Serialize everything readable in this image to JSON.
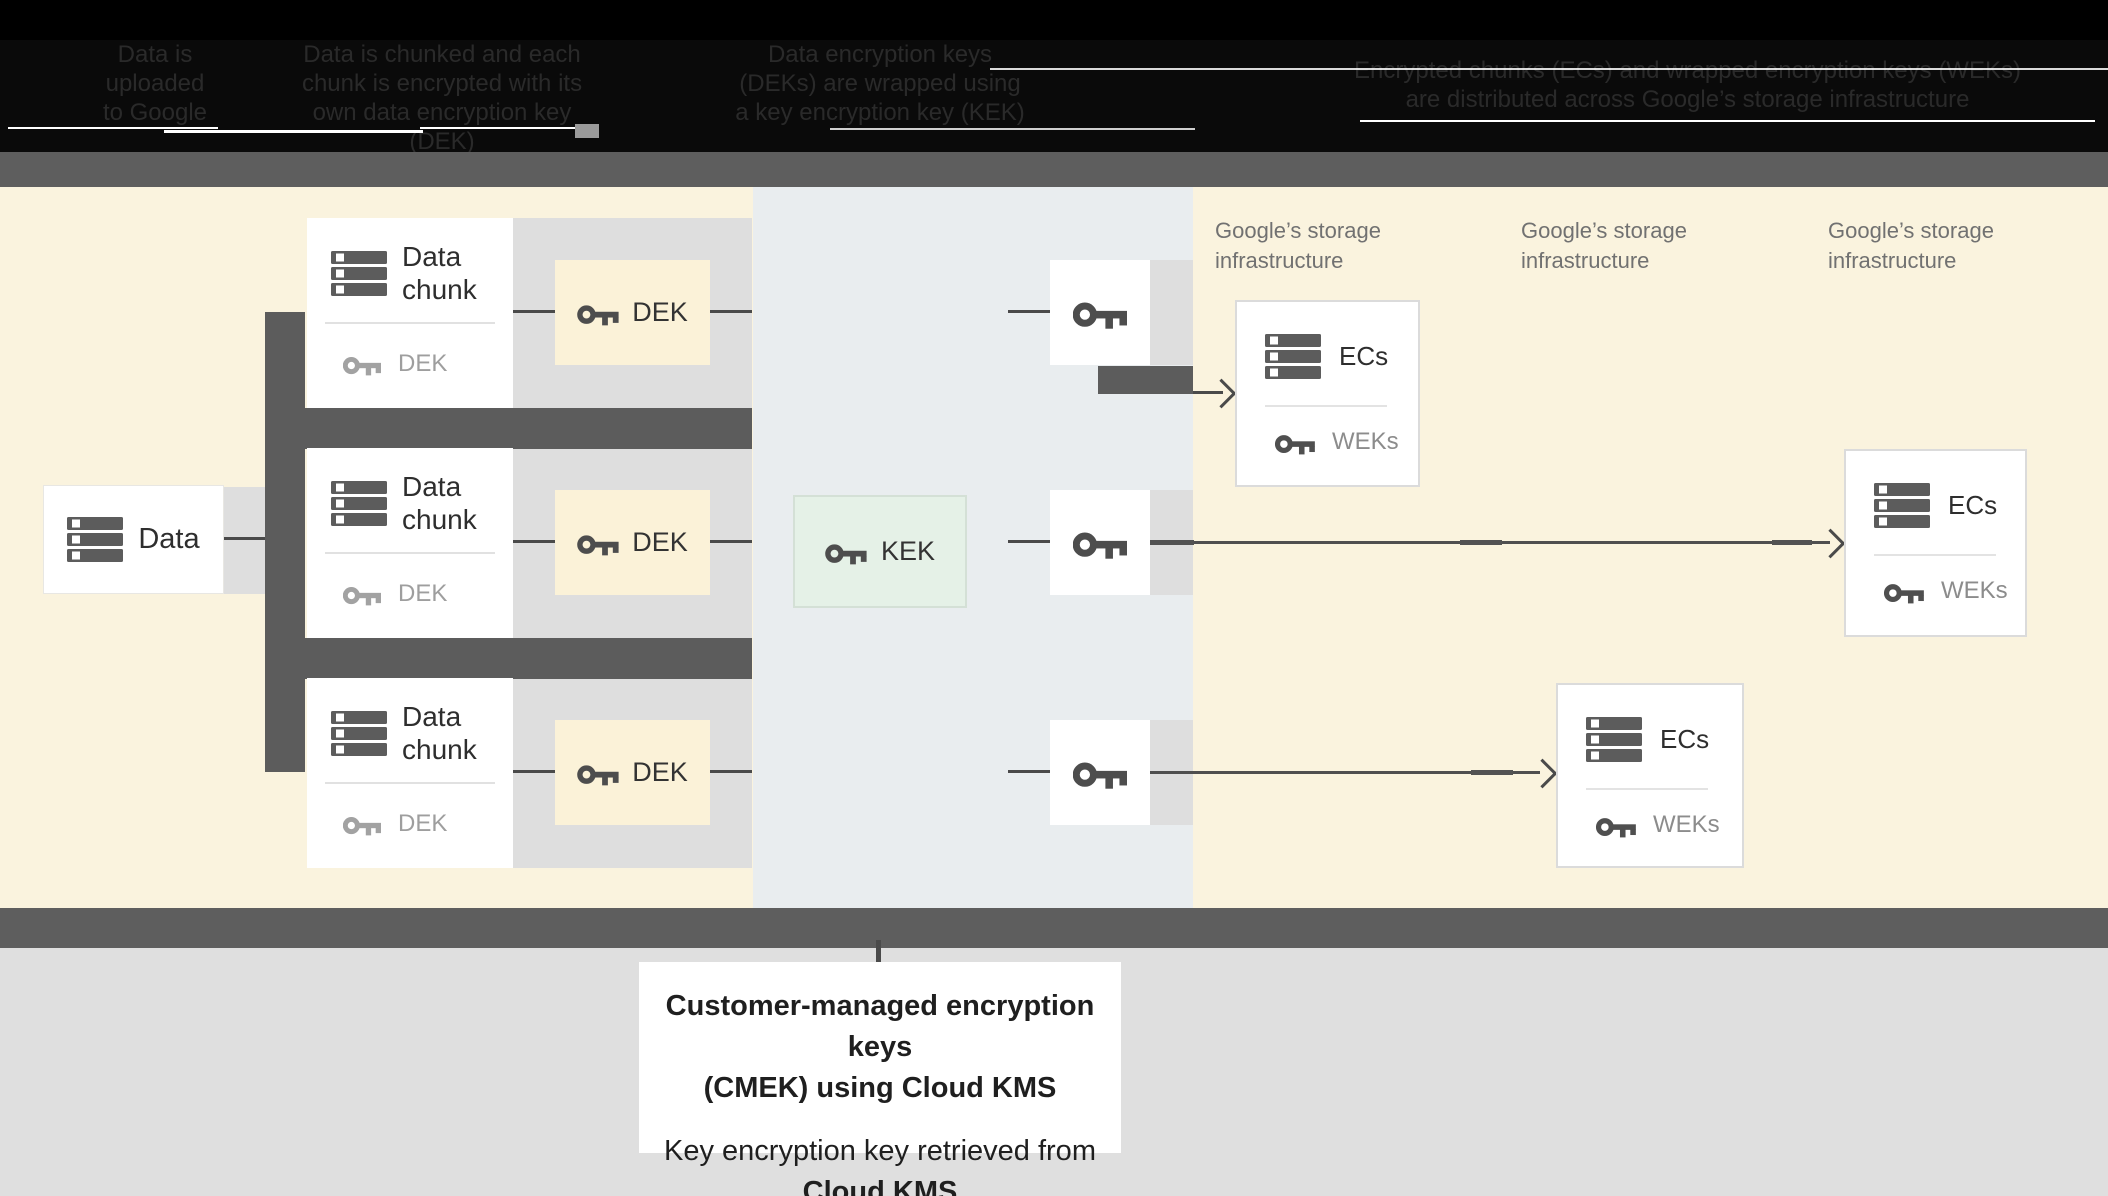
{
  "header": {
    "captions": [
      {
        "lines": [
          "Data is",
          "uploaded",
          "to Google"
        ]
      },
      {
        "lines": [
          "Data is chunked and each",
          "chunk is encrypted with its",
          "own data encryption key (DEK)"
        ]
      },
      {
        "lines": [
          "Data encryption keys",
          "(DEKs) are wrapped using",
          "a key encryption key (KEK)"
        ]
      },
      {
        "lines": [
          "Encrypted chunks (ECs) and wrapped encryption keys (WEKs)",
          "are distributed across Google’s storage infrastructure"
        ]
      }
    ]
  },
  "diagram": {
    "data_box": {
      "label": "Data"
    },
    "chunk_cards": [
      {
        "title_l1": "Data",
        "title_l2": "chunk",
        "key_label": "DEK"
      },
      {
        "title_l1": "Data",
        "title_l2": "chunk",
        "key_label": "DEK"
      },
      {
        "title_l1": "Data",
        "title_l2": "chunk",
        "key_label": "DEK"
      }
    ],
    "dek_boxes": [
      {
        "label": "DEK"
      },
      {
        "label": "DEK"
      },
      {
        "label": "DEK"
      }
    ],
    "kek_box": {
      "label": "KEK"
    },
    "storage_labels": [
      {
        "l1": "Google’s storage",
        "l2": "infrastructure"
      },
      {
        "l1": "Google’s storage",
        "l2": "infrastructure"
      },
      {
        "l1": "Google’s storage",
        "l2": "infrastructure"
      }
    ],
    "ecs_cards": [
      {
        "title": "ECs",
        "key_label": "WEKs"
      },
      {
        "title": "ECs",
        "key_label": "WEKs"
      },
      {
        "title": "ECs",
        "key_label": "WEKs"
      }
    ]
  },
  "footer": {
    "p1_l1": "Customer-managed encryption keys",
    "p1_l2": "(CMEK) using Cloud KMS",
    "p2_l1": "Key encryption key retrieved from",
    "p2_l2": "Cloud KMS"
  },
  "colors": {
    "header_bg": "#0a0a0a",
    "header_text": "#2a2a2a",
    "band_gray": "#5e5e5e",
    "cream_bg": "#faf3de",
    "blue_panel": "#e9edef",
    "slab_gray": "#dedede",
    "connector_dark": "#5c5c5c",
    "line": "#4a4a4a",
    "dek_fill": "#fbf2d8",
    "kek_fill": "#e5f1e7",
    "kek_border": "#d4e0d6",
    "ecs_border": "#dbdbdb",
    "text_dark": "#2e2e2e",
    "text_gray": "#9e9e9e",
    "storage_label_gray": "#717171",
    "footer_bg": "#dfdfdf"
  }
}
